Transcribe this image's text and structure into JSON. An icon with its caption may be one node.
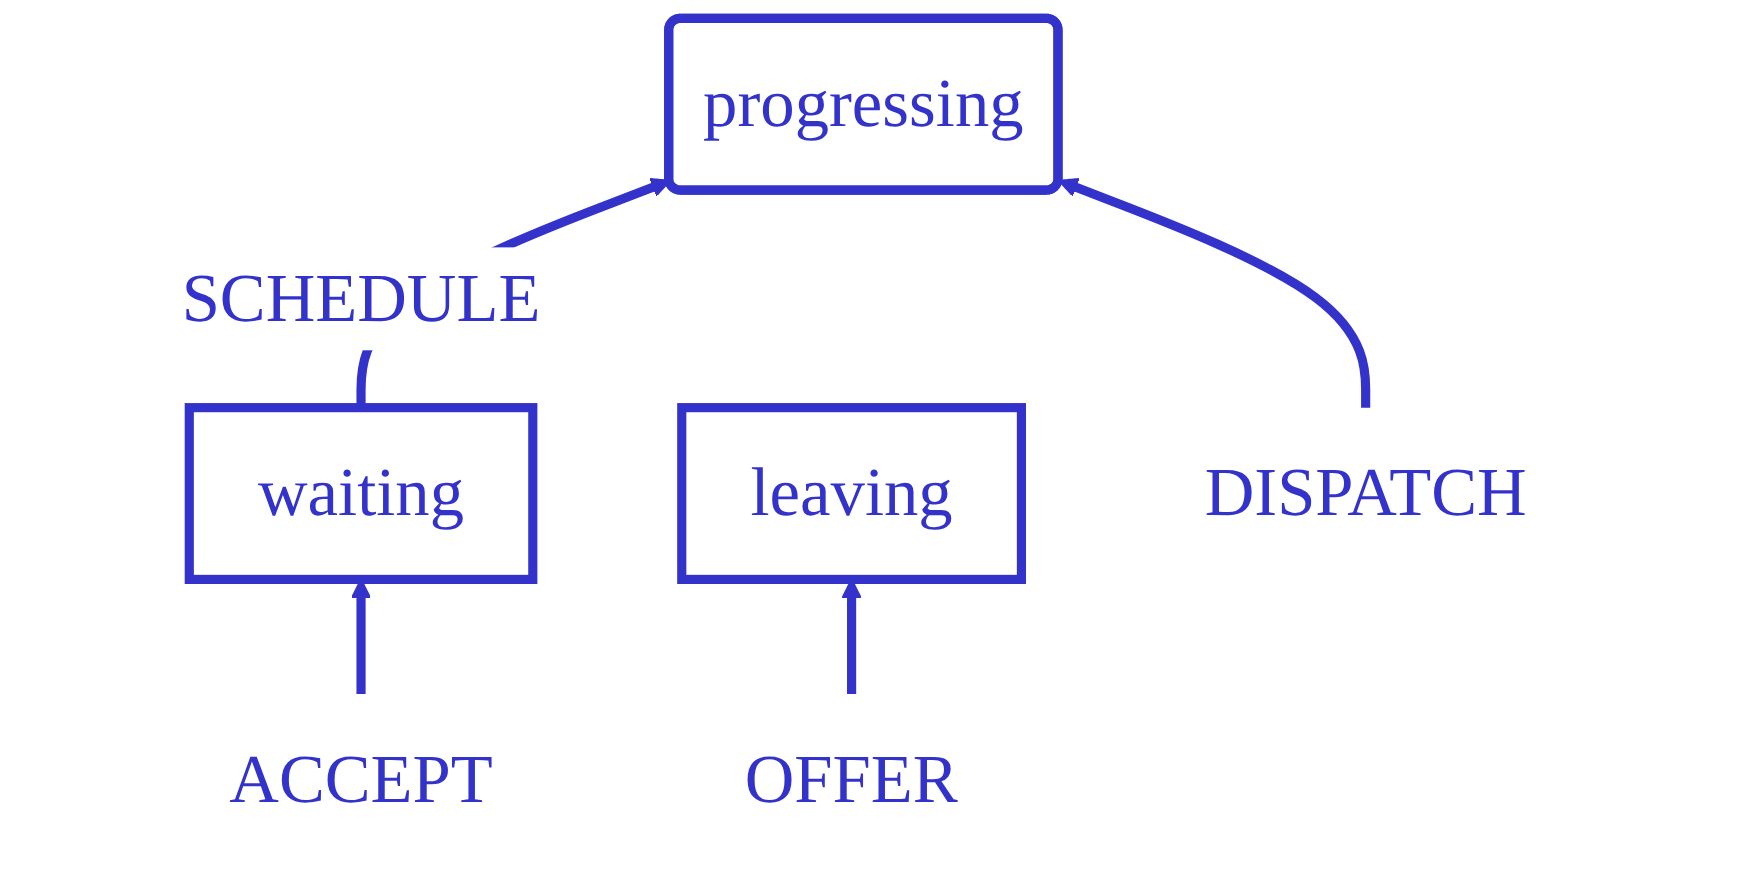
{
  "diagram": {
    "nodes": [
      {
        "text": [
          "waiting"
        ]
      },
      {
        "text": [
          "progressing"
        ]
      },
      {
        "text": [
          "leaving"
        ]
      },
      {
        "text": [
          "ACCEPT"
        ]
      },
      {
        "text": [
          "DISPATCH"
        ]
      },
      {
        "text": [
          "OFFER"
        ]
      }
    ],
    "edges": [
      {
        "from": 3,
        "to": 0,
        "arrow": "to"
      },
      {
        "from": 0,
        "to": 1,
        "arrow": "to",
        "label": "SCHEDULE"
      },
      {
        "from": 4,
        "to": 1,
        "arrow": "to"
      },
      {
        "from": 5,
        "to": 2,
        "arrow": "to"
      }
    ]
  }
}
